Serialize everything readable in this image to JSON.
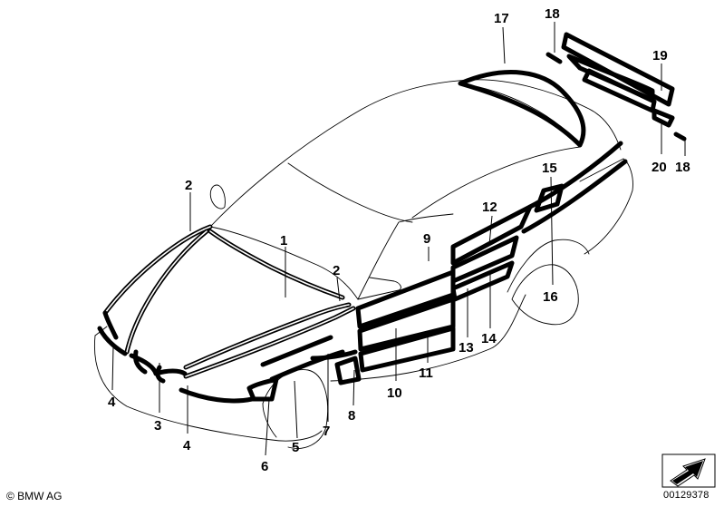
{
  "diagram": {
    "callouts": [
      {
        "id": "c1",
        "label": "1"
      },
      {
        "id": "c2a",
        "label": "2"
      },
      {
        "id": "c2b",
        "label": "2"
      },
      {
        "id": "c3",
        "label": "3"
      },
      {
        "id": "c4a",
        "label": "4"
      },
      {
        "id": "c4b",
        "label": "4"
      },
      {
        "id": "c5",
        "label": "5"
      },
      {
        "id": "c6",
        "label": "6"
      },
      {
        "id": "c7",
        "label": "7"
      },
      {
        "id": "c8",
        "label": "8"
      },
      {
        "id": "c9",
        "label": "9"
      },
      {
        "id": "c10",
        "label": "10"
      },
      {
        "id": "c11",
        "label": "11"
      },
      {
        "id": "c12",
        "label": "12"
      },
      {
        "id": "c13",
        "label": "13"
      },
      {
        "id": "c14",
        "label": "14"
      },
      {
        "id": "c15",
        "label": "15"
      },
      {
        "id": "c16",
        "label": "16"
      },
      {
        "id": "c17",
        "label": "17"
      },
      {
        "id": "c18a",
        "label": "18"
      },
      {
        "id": "c18b",
        "label": "18"
      },
      {
        "id": "c19",
        "label": "19"
      },
      {
        "id": "c20",
        "label": "20"
      }
    ]
  },
  "footer": {
    "copyright": "© BMW AG",
    "part_number": "00129378"
  },
  "nav": {
    "arrow_icon": "arrow-icon"
  }
}
